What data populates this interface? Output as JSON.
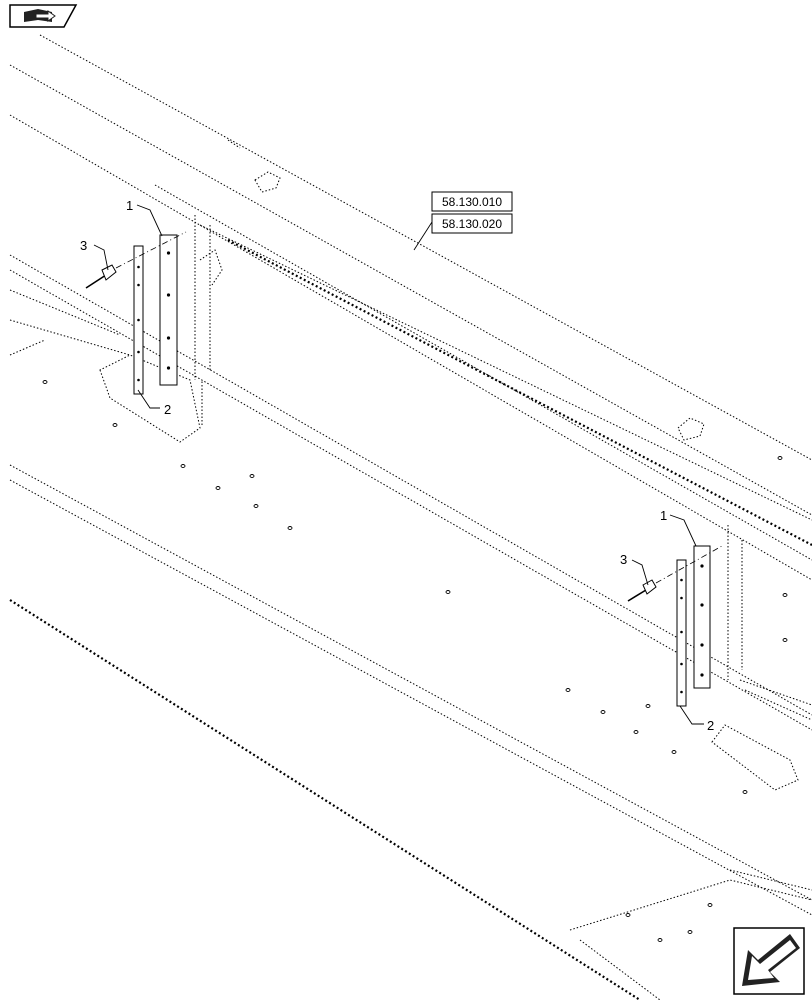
{
  "nav": {
    "back_icon": "book-arrow-icon",
    "next_icon": "arrow-down-left-icon"
  },
  "references": [
    "58.130.010",
    "58.130.020"
  ],
  "callouts": {
    "left": {
      "panel": "1",
      "strip": "2",
      "rivet": "3"
    },
    "right": {
      "panel": "1",
      "strip": "2",
      "rivet": "3"
    }
  }
}
